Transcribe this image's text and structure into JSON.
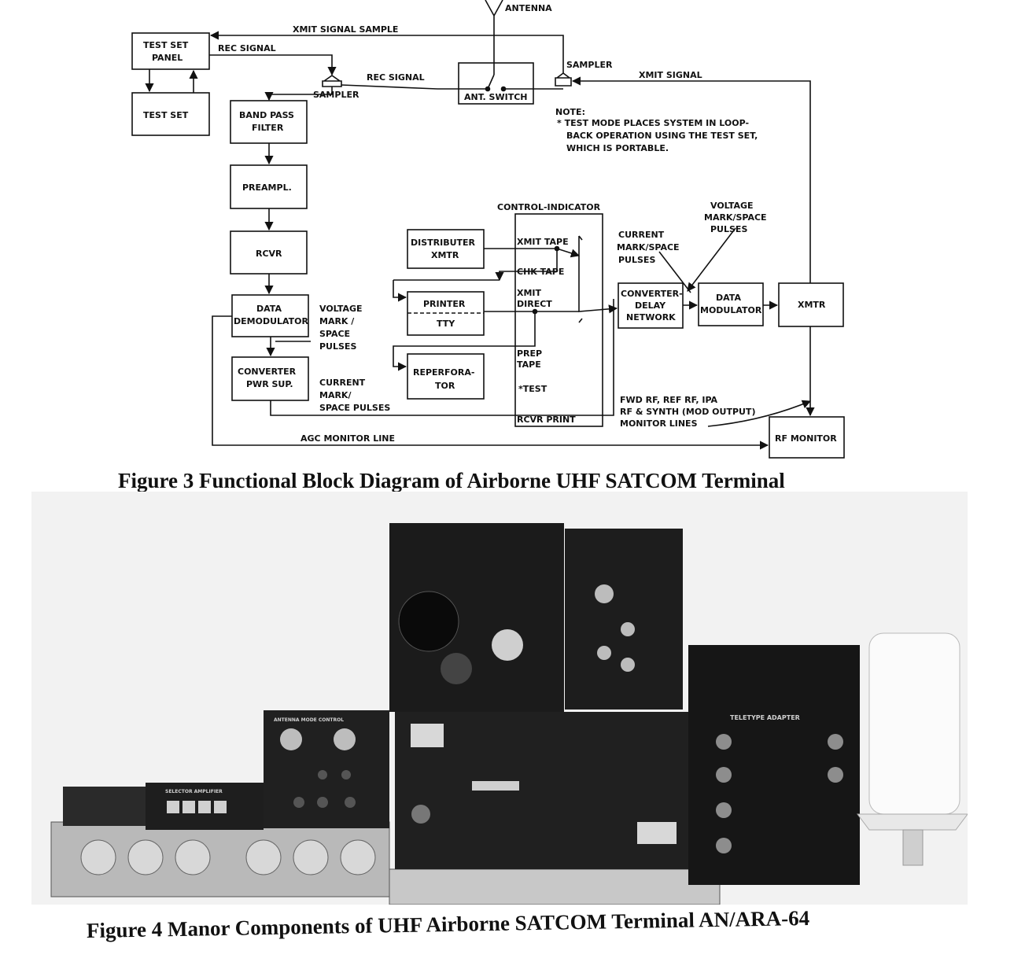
{
  "diagram": {
    "labels": {
      "antenna": "ANTENNA",
      "xmit_signal_sample": "XMIT SIGNAL SAMPLE",
      "test_set_panel_1": "TEST SET",
      "test_set_panel_2": "PANEL",
      "rec_signal_1": "REC SIGNAL",
      "rec_signal_2": "REC SIGNAL",
      "sampler_left": "SAMPLER",
      "sampler_right": "SAMPLER",
      "xmit_signal": "XMIT SIGNAL",
      "ant_switch": "ANT. SWITCH",
      "test_set": "TEST SET",
      "band_pass_1": "BAND PASS",
      "band_pass_2": "FILTER",
      "note_title": "NOTE:",
      "note_1": "* TEST MODE PLACES SYSTEM IN LOOP-",
      "note_2": "BACK OPERATION USING THE TEST SET,",
      "note_3": "WHICH IS PORTABLE.",
      "preampl": "PREAMPL.",
      "control_indicator": "CONTROL-INDICATOR",
      "voltage_top_1": "VOLTAGE",
      "voltage_top_2": "MARK/SPACE",
      "voltage_top_3": "PULSES",
      "rcvr": "RCVR",
      "distributer_1": "DISTRIBUTER",
      "distributer_2": "XMTR",
      "xmit_tape": "XMIT TAPE",
      "chk_tape": "CHK TAPE",
      "current_top_1": "CURRENT",
      "current_top_2": "MARK/SPACE",
      "current_top_3": "PULSES",
      "data_demod_1": "DATA",
      "data_demod_2": "DEMODULATOR",
      "voltage_left_1": "VOLTAGE",
      "voltage_left_2": "MARK /",
      "voltage_left_3": "SPACE",
      "voltage_left_4": "PULSES",
      "printer": "PRINTER",
      "tty": "TTY",
      "xmit_direct_1": "XMIT",
      "xmit_direct_2": "DIRECT",
      "converter_delay_1": "CONVERTER-",
      "converter_delay_2": "DELAY",
      "converter_delay_3": "NETWORK",
      "data_mod_1": "DATA",
      "data_mod_2": "MODULATOR",
      "xmtr": "XMTR",
      "converter_pwr_1": "CONVERTER",
      "converter_pwr_2": "PWR SUP.",
      "current_left_1": "CURRENT",
      "current_left_2": "MARK/",
      "current_left_3": "SPACE PULSES",
      "reperforator_1": "REPERFORA-",
      "reperforator_2": "TOR",
      "prep_tape_1": "PREP",
      "prep_tape_2": "TAPE",
      "test": "*TEST",
      "rcvr_print": "RCVR PRINT",
      "monitor_1": "FWD RF, REF RF, IPA",
      "monitor_2": "RF & SYNTH (MOD OUTPUT)",
      "monitor_3": "MONITOR LINES",
      "agc": "AGC MONITOR LINE",
      "rf_monitor": "RF MONITOR"
    }
  },
  "photo": {
    "selector_amplifier": "SELECTOR AMPLIFIER",
    "antenna_mode_control": "ANTENNA MODE CONTROL",
    "teletype_adapter": "TELETYPE ADAPTER"
  },
  "captions": {
    "figure3": "Figure 3   Functional Block Diagram of Airborne UHF SATCOM Terminal",
    "figure4": "Figure 4   Manor Components of UHF Airborne SATCOM Terminal AN/ARA-64"
  }
}
